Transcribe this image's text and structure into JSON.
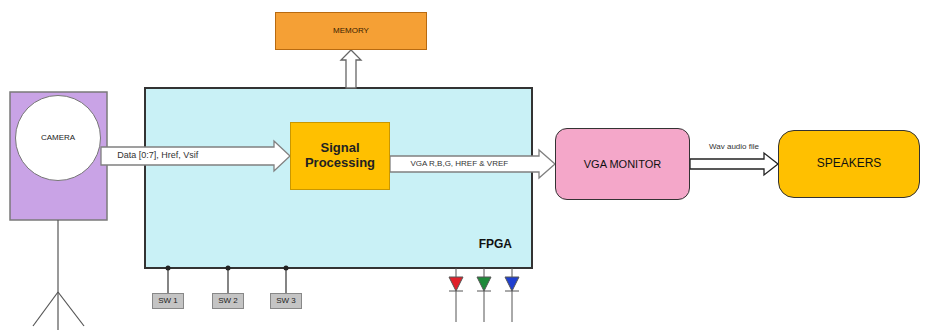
{
  "diagram": {
    "nodes": [
      {
        "text": [
          "MEMORY"
        ]
      },
      {
        "text": [
          "CAMERA"
        ]
      },
      {
        "text": [
          "FPGA"
        ]
      },
      {
        "text": [
          "Signal Processing"
        ],
        "in": 2
      },
      {
        "text": [
          "VGA MONITOR"
        ]
      },
      {
        "text": [
          "SPEAKERS"
        ]
      },
      {
        "text": [
          "SW 1"
        ]
      },
      {
        "text": [
          "SW 2"
        ]
      },
      {
        "text": [
          "SW 3"
        ]
      }
    ],
    "edges": [
      {
        "from": 1,
        "to": 3,
        "arrow": "to",
        "label": "Data [0:7], Href, Vsif"
      },
      {
        "from": 3,
        "to": 4,
        "arrow": "to",
        "label": "VGA R,B,G, HREF & VREF"
      },
      {
        "from": 4,
        "to": 5,
        "arrow": "to",
        "label": "Wav audio file"
      },
      {
        "from": 2,
        "to": 0,
        "arrow": "to"
      },
      {
        "from": 2,
        "to": 6,
        "arrow": "none"
      },
      {
        "from": 2,
        "to": 7,
        "arrow": "none"
      },
      {
        "from": 2,
        "to": 8,
        "arrow": "none"
      }
    ]
  }
}
